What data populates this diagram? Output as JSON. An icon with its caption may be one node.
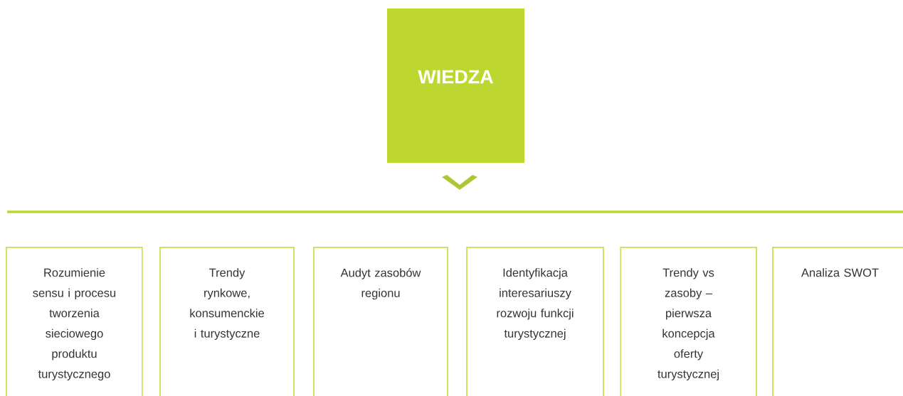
{
  "diagram": {
    "nodes": [
      {
        "text": [
          "WIEDZA"
        ]
      },
      {
        "text": [
          "Rozumienie sensu i procesu tworzenia sieciowego produktu turystycznego"
        ]
      },
      {
        "text": [
          "Trendy rynkowe, konsumenckie i turystyczne"
        ]
      },
      {
        "text": [
          "Audyt zasobów regionu"
        ]
      },
      {
        "text": [
          "Identyfikacja interesariuszy rozwoju funkcji turystycznej"
        ]
      },
      {
        "text": [
          "Trendy vs zasoby – pierwsza koncepcja oferty turystycznej"
        ]
      },
      {
        "text": [
          "Analiza SWOT"
        ]
      }
    ]
  }
}
